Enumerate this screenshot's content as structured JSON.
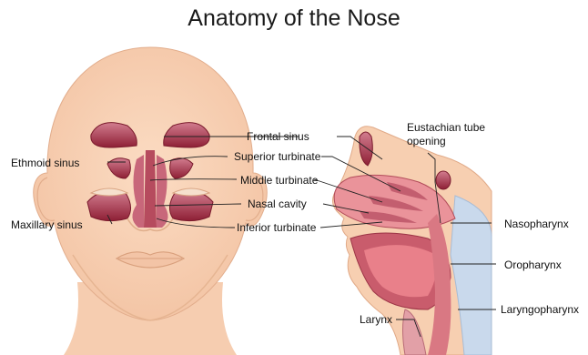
{
  "title": "Anatomy of the Nose",
  "colors": {
    "skin": "#f9d3b5",
    "skin_shadow": "#e9b797",
    "sinus_dark": "#8e1f35",
    "sinus_light": "#c86c7f",
    "tissue": "#e89097",
    "tissue_dark": "#b24c5a",
    "spine": "#c9d9ec"
  },
  "labels": {
    "frontal_sinus": "Frontal sinus",
    "ethmoid_sinus": "Ethmoid sinus",
    "superior_turbinate": "Superior turbinate",
    "middle_turbinate": "Middle turbinate",
    "nasal_cavity": "Nasal cavity",
    "maxillary_sinus": "Maxillary sinus",
    "inferior_turbinate": "Inferior turbinate",
    "eustachian_tube_opening_line1": "Eustachian tube",
    "eustachian_tube_opening_line2": "opening",
    "nasopharynx": "Nasopharynx",
    "oropharynx": "Oropharynx",
    "laryngopharynx": "Laryngopharynx",
    "larynx": "Larynx"
  }
}
